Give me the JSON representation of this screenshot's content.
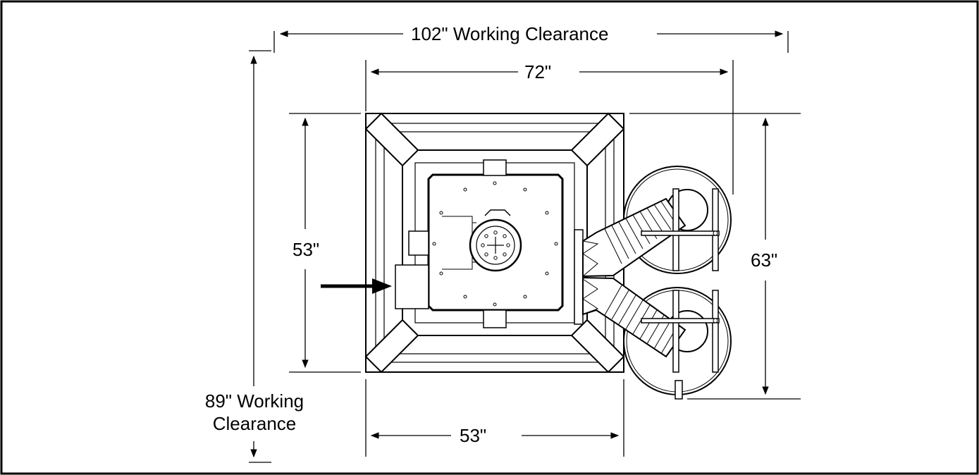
{
  "dimensions": {
    "working_clearance_width": "102\" Working Clearance",
    "frame_width": "72\"",
    "base_depth_left": "53\"",
    "hopper_depth_right": "63\"",
    "working_clearance_depth_line1": "89\" Working",
    "working_clearance_depth_line2": "Clearance",
    "base_width_bottom": "53\""
  },
  "colors": {
    "line": "#000000",
    "background": "#ffffff"
  }
}
